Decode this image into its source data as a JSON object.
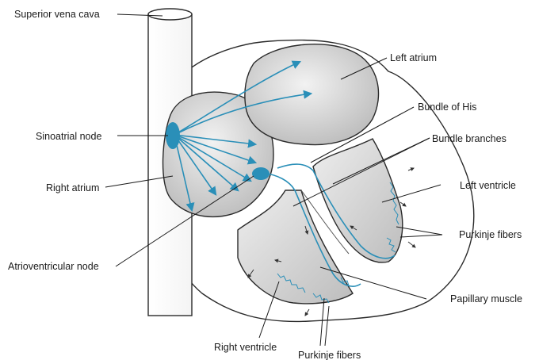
{
  "labels": {
    "superior_vena_cava": "Superior vena cava",
    "left_atrium": "Left atrium",
    "bundle_of_his": "Bundle of His",
    "sinoatrial_node": "Sinoatrial node",
    "bundle_branches": "Bundle branches",
    "right_atrium": "Right atrium",
    "left_ventricle": "Left ventricle",
    "purkinje_fibers_right": "Purkinje fibers",
    "atrioventricular_node": "Atrioventricular node",
    "papillary_muscle": "Papillary muscle",
    "right_ventricle": "Right ventricle",
    "purkinje_fibers_bottom": "Purkinje fibers"
  },
  "colors": {
    "conduction": "#2a8fb8",
    "node_fill": "#2a8fb8",
    "chamber_fill": "#d9d9d9",
    "outline": "#2a2a2a"
  }
}
